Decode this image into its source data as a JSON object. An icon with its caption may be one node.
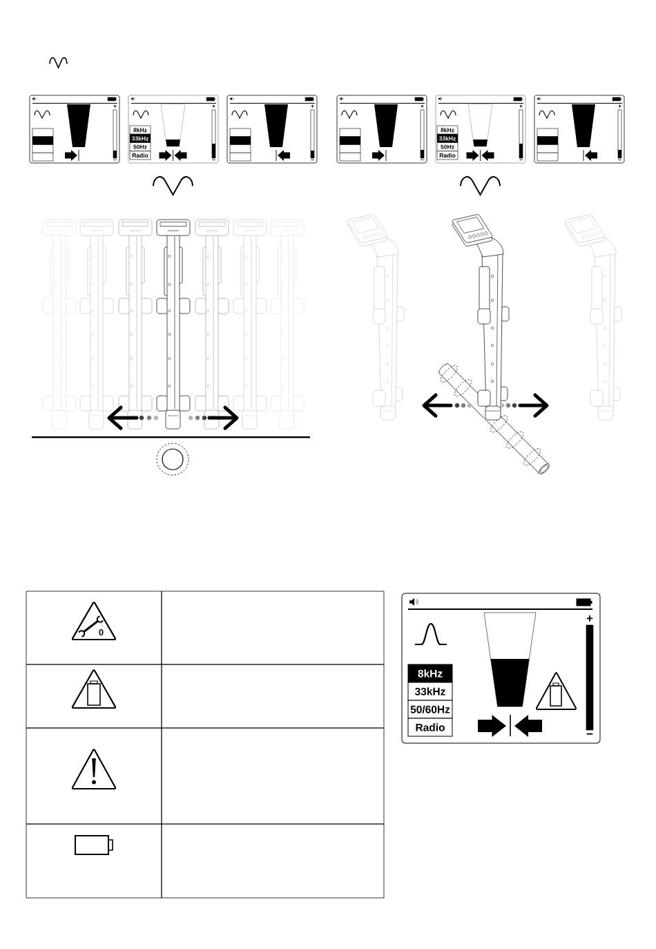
{
  "diagram": {
    "nodes": [
      {
        "text": [
          "+",
          "−"
        ]
      },
      {
        "text": [
          "+",
          "8kHz",
          "33kHz",
          "50Hz",
          "Radio",
          "−"
        ]
      },
      {
        "text": [
          "+",
          "−"
        ]
      },
      {
        "text": [
          "+",
          "−"
        ]
      },
      {
        "text": [
          "+",
          "8kHz",
          "33kHz",
          "50Hz",
          "Radio",
          "−"
        ]
      },
      {
        "text": [
          "+",
          "−"
        ]
      },
      {
        "text": [
          "+",
          "8kHz",
          "33kHz",
          "50/60Hz",
          "Radio",
          "−"
        ]
      }
    ],
    "labels": [
      "0"
    ]
  }
}
